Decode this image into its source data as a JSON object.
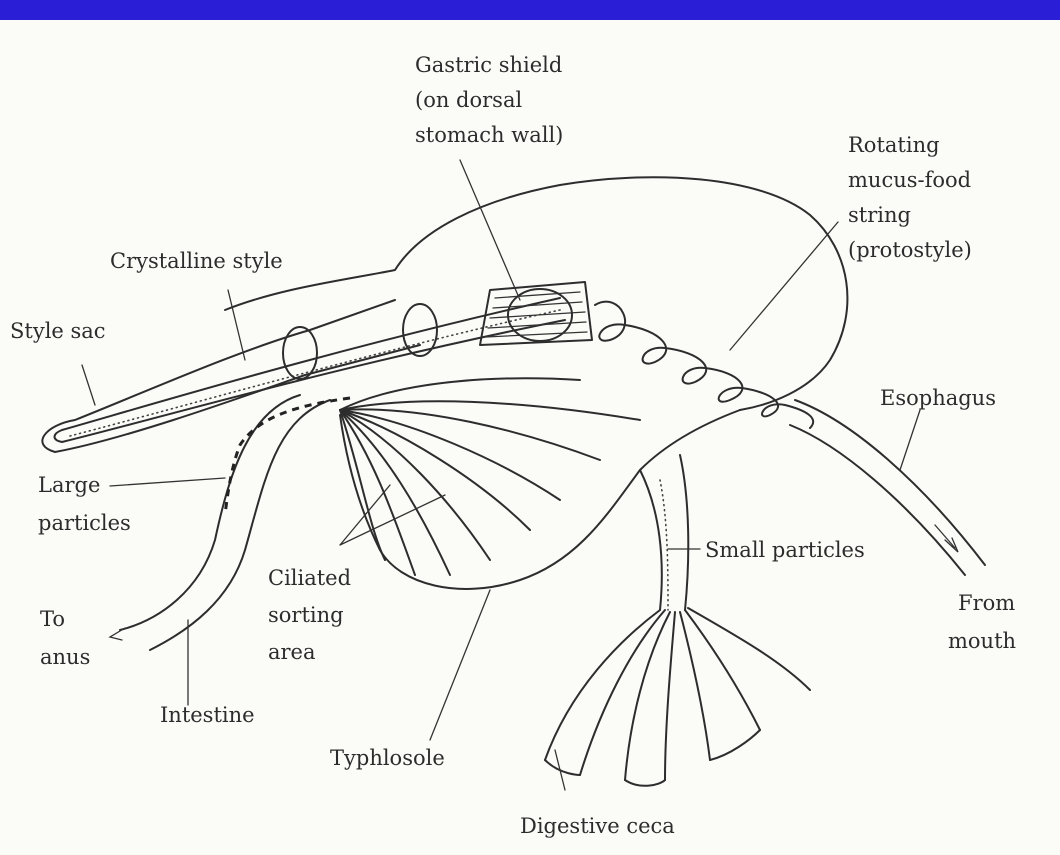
{
  "labels": {
    "gastric_shield_1": "Gastric shield",
    "gastric_shield_2": "(on dorsal",
    "gastric_shield_3": "stomach wall)",
    "rotating_1": "Rotating",
    "rotating_2": "mucus-food",
    "rotating_3": "string",
    "rotating_4": "(protostyle)",
    "crystalline_style": "Crystalline style",
    "style_sac": "Style sac",
    "esophagus": "Esophagus",
    "large_particles_1": "Large",
    "large_particles_2": "particles",
    "ciliated_1": "Ciliated",
    "ciliated_2": "sorting",
    "ciliated_3": "area",
    "small_particles": "Small particles",
    "from_mouth_1": "From",
    "from_mouth_2": "mouth",
    "to_anus_1": "To",
    "to_anus_2": "anus",
    "intestine": "Intestine",
    "typhlosole": "Typhlosole",
    "digestive_ceca": "Digestive ceca"
  },
  "colors": {
    "top_bar": "#2a1fd6",
    "line": "#2d2d2d",
    "background": "#fbfbf8"
  }
}
